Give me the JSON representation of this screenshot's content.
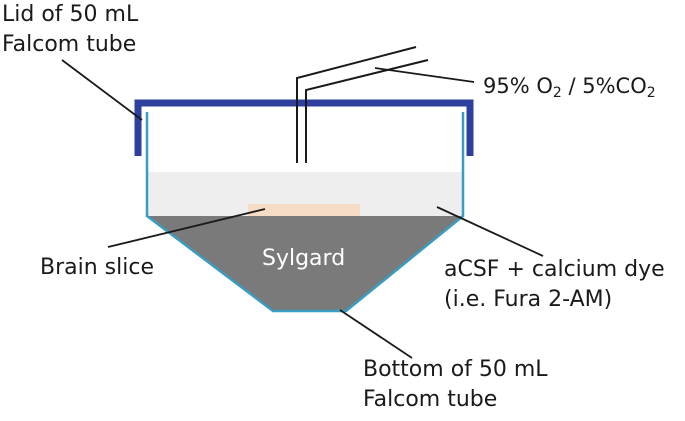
{
  "labels": {
    "lid": [
      "Lid of 50 mL",
      "Falcom tube"
    ],
    "gas": {
      "prefix": "95% O",
      "sub1": "2",
      "middle": " / 5%CO",
      "sub2": "2"
    },
    "brain_slice": "Brain slice",
    "sylgard": "Sylgard",
    "acsf": [
      "aCSF + calcium dye",
      "(i.e. Fura 2-AM)"
    ],
    "bottom": [
      "Bottom of 50 mL",
      "Falcom tube"
    ]
  },
  "colors": {
    "lid": "#2f3f9e",
    "tube_wall": "#3a9cc0",
    "liquid": "#eeeeee",
    "sylgard": "#7a7a7a",
    "brain_slice": "#f6dcc4",
    "line": "#1a1a1a"
  }
}
